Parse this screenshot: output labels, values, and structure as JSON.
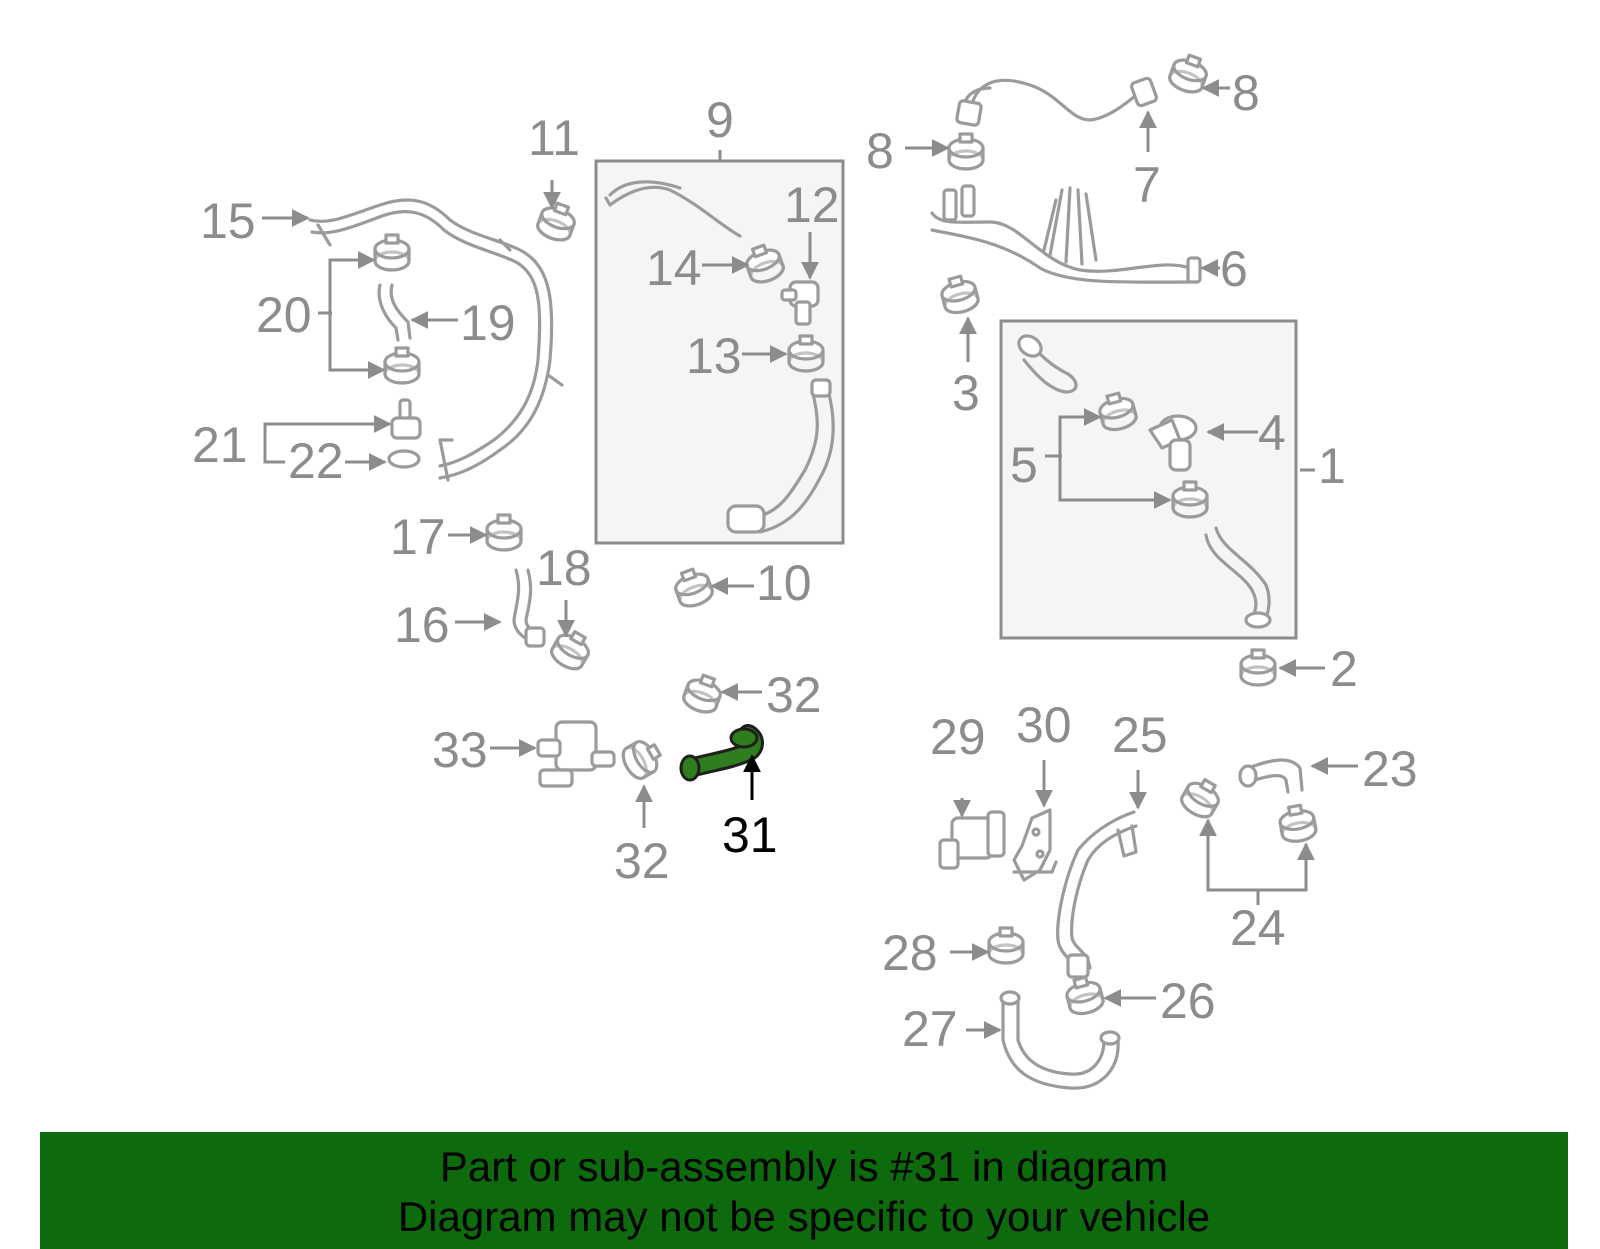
{
  "diagram": {
    "callouts": [
      "1",
      "2",
      "3",
      "4",
      "5",
      "6",
      "7",
      "8",
      "9",
      "10",
      "11",
      "12",
      "13",
      "14",
      "15",
      "16",
      "17",
      "18",
      "19",
      "20",
      "21",
      "22",
      "23",
      "24",
      "25",
      "26",
      "27",
      "28",
      "29",
      "30",
      "31",
      "32",
      "33"
    ],
    "highlighted_part": "31",
    "highlight_color": "#2e7d1e"
  },
  "banner": {
    "line1": "Part or sub-assembly is #31 in diagram",
    "line2": "Diagram may not be specific to your vehicle",
    "background": "#0d6b0d"
  }
}
